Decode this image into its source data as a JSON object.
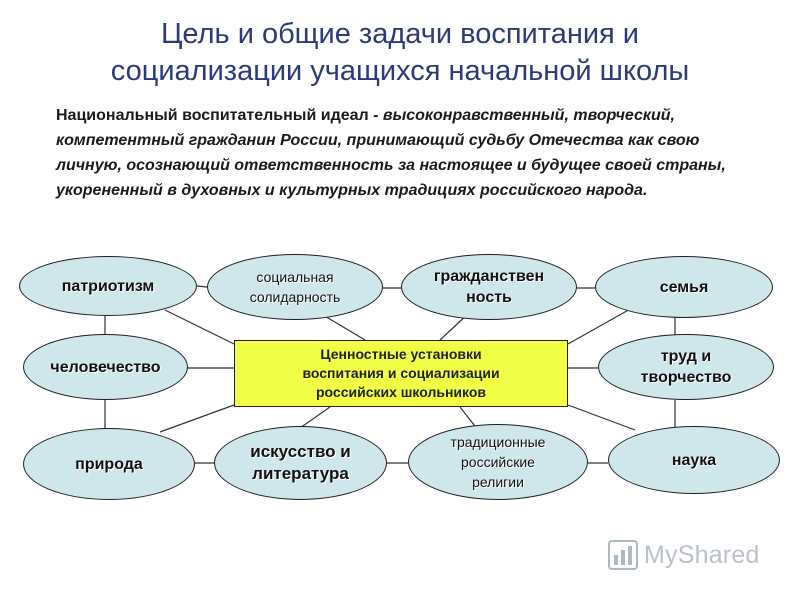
{
  "title": {
    "line1": "Цель и общие задачи воспитания и",
    "line2": "социализации учащихся начальной школы"
  },
  "ideal": {
    "lead": "Национальный воспитательный идеал",
    "rest": " - высоконравственный, творческий, компетентный гражданин России, принимающий судьбу Отечества как свою личную, осознающий ответственность за настоящее и будущее своей страны, укорененный в духовных и культурных традициях российского народа."
  },
  "center": {
    "line1": "Ценностные установки",
    "line2": "воспитания и социализации",
    "line3": "российских школьников"
  },
  "nodes": {
    "patriotism": {
      "label": "патриотизм"
    },
    "social": {
      "line1": "социальная",
      "line2": "солидарность"
    },
    "citizenship": {
      "line1": "гражданствен",
      "line2": "ность"
    },
    "family": {
      "label": "семья"
    },
    "humanity": {
      "label": "человечество"
    },
    "labor": {
      "line1": "труд и",
      "line2": "творчество"
    },
    "nature": {
      "label": "природа"
    },
    "art": {
      "line1": "искусство и",
      "line2": "литература"
    },
    "religion": {
      "line1": "традиционные",
      "line2": "российские",
      "line3": "религии"
    },
    "science": {
      "label": "наука"
    }
  },
  "brand": {
    "text": "MyShared"
  },
  "colors": {
    "title": "#2b3a78",
    "node_fill": "#cfe7ea",
    "center_fill": "#f1ff47",
    "line": "#333333"
  }
}
